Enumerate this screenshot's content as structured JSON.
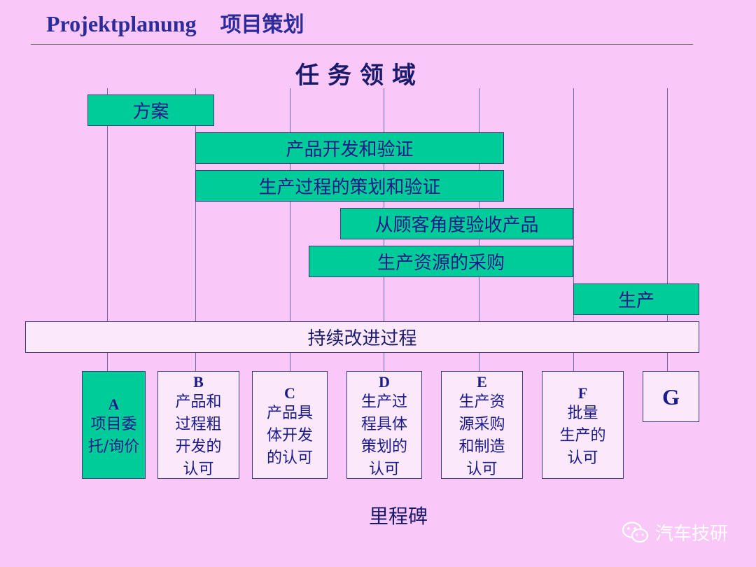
{
  "title": {
    "en": "Projektplanung",
    "cn": "项目策划"
  },
  "section_header": "任务领域",
  "tasks": [
    {
      "label": "方案"
    },
    {
      "label": "产品开发和验证"
    },
    {
      "label": "生产过程的策划和验证"
    },
    {
      "label": "从顾客角度验收产品"
    },
    {
      "label": "生产资源的采购"
    },
    {
      "label": "生产"
    }
  ],
  "continuous_improvement": "持续改进过程",
  "milestones": [
    {
      "letter": "A",
      "text": "项目委\n托/询价"
    },
    {
      "letter": "B",
      "text": "产品和\n过程粗\n开发的\n认可"
    },
    {
      "letter": "C",
      "text": "产品具\n体开发\n的认可"
    },
    {
      "letter": "D",
      "text": "生产过\n程具体\n策划的\n认可"
    },
    {
      "letter": "E",
      "text": "生产资\n源采购\n和制造\n认可"
    },
    {
      "letter": "F",
      "text": "批量\n生产的\n认可"
    },
    {
      "letter": "G",
      "text": ""
    }
  ],
  "milestones_label": "里程碑",
  "watermark": {
    "text": "汽车技研",
    "icon": "wechat-icon"
  },
  "colors": {
    "background": "#f9c8f9",
    "bar": "#00cc99",
    "text": "#1a1a8a"
  }
}
